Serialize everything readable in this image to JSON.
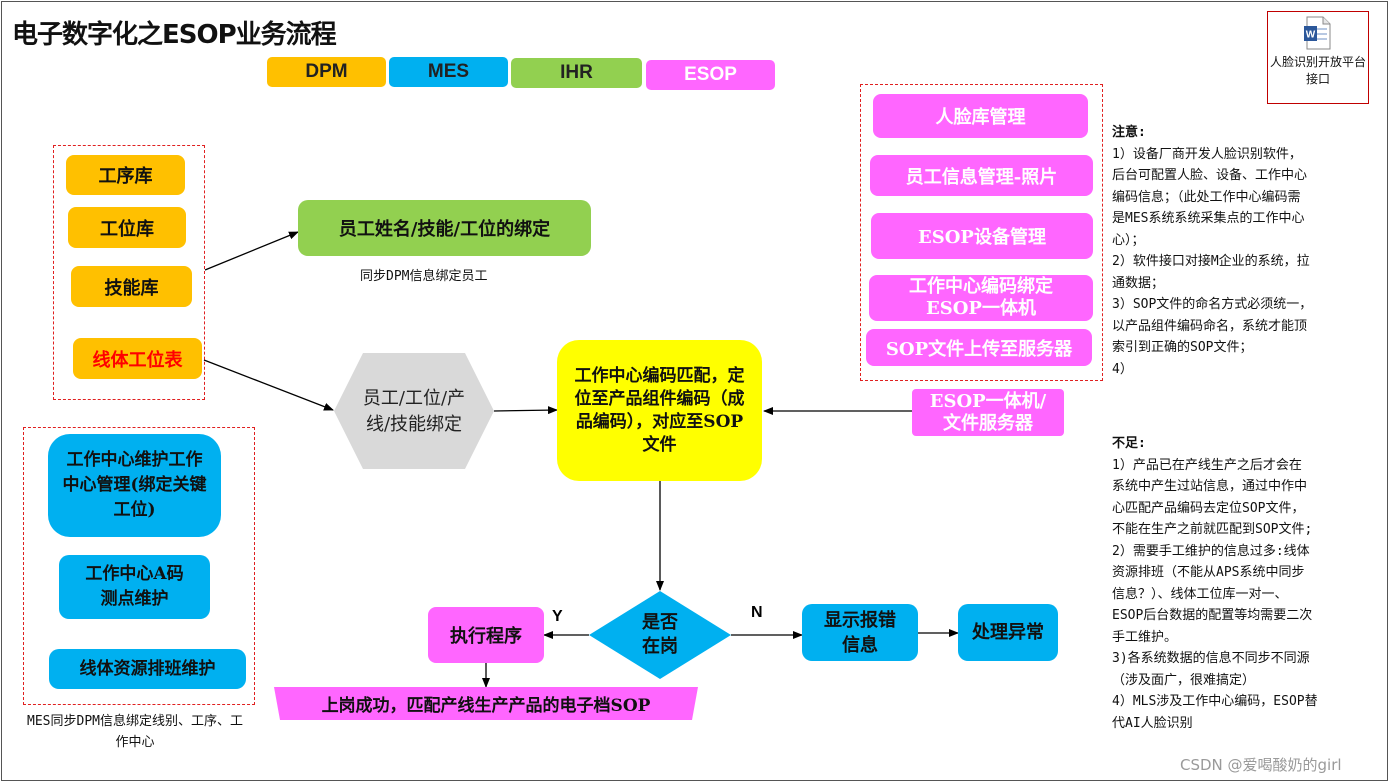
{
  "title": "电子数字化之ESOP业务流程",
  "legend": [
    "DPM",
    "MES",
    "IHR",
    "ESOP"
  ],
  "colors": {
    "dpm": "#FFC000",
    "mes": "#00B0F0",
    "ihr": "#92D050",
    "esop": "#FF66FF",
    "yellow": "#FFFF00",
    "hex": "#D9D9D9"
  },
  "doc_icon": {
    "label": "人脸识别开放平台接口",
    "icon": "word-document-icon"
  },
  "dpm_group": {
    "items": [
      "工序库",
      "工位库",
      "技能库"
    ],
    "highlight": "线体工位表"
  },
  "binding_box": "员工姓名/技能/工位的绑定",
  "binding_caption": "同步DPM信息绑定员工",
  "hex_label": "员工/工位/产线/技能绑定",
  "center_box": "工作中心编码匹配，定位至产品组件编码（成品编码），对应至SOP文件",
  "esop_group": [
    "人脸库管理",
    "员工信息管理-照片",
    "ESOP设备管理",
    "工作中心编码绑定ESOP一体机",
    "SOP文件上传至服务器"
  ],
  "esop_server": "ESOP一体机/文件服务器",
  "mes_group": {
    "items": [
      "工作中心维护工作中心管理(绑定关键工位)",
      "工作中心A码测点维护",
      "线体资源排班维护"
    ],
    "caption": "MES同步DPM信息绑定线别、工序、工作中心"
  },
  "decision": {
    "label": "是否在岗",
    "yes": "Y",
    "no": "N"
  },
  "execute": "执行程序",
  "show_error": "显示报错信息",
  "handle": "处理异常",
  "success": "上岗成功，匹配产线生产产品的电子档SOP",
  "notes": {
    "heading": "注意:",
    "lines": [
      "1）设备厂商开发人脸识别软件，",
      "后台可配置人脸、设备、工作中心",
      "编码信息；（此处工作中心编码需",
      "是MES系统系统采集点的工作中心",
      "心）；",
      "2）软件接口对接M企业的系统，拉",
      "通数据；",
      "3）SOP文件的命名方式必须统一，",
      "以产品组件编码命名，系统才能顶",
      "索引到正确的SOP文件；",
      "4）"
    ]
  },
  "shortfalls": {
    "heading": "不足:",
    "lines": [
      "1）产品已在产线生产之后才会在",
      "系统中产生过站信息，通过中作中",
      "心匹配产品编码去定位SOP文件，",
      "不能在生产之前就匹配到SOP文件;",
      "2）需要手工维护的信息过多:线体",
      "资源排班（不能从APS系统中同步",
      "信息？）、线体工位库一对一、",
      "ESOP后台数据的配置等均需要二次",
      "手工维护。",
      "3)各系统数据的信息不同步不同源",
      "（涉及面广，很难搞定）",
      "4）MLS涉及工作中心编码，ESOP替",
      "代AI人脸识别"
    ]
  },
  "watermark": "CSDN @爱喝酸奶的girl"
}
